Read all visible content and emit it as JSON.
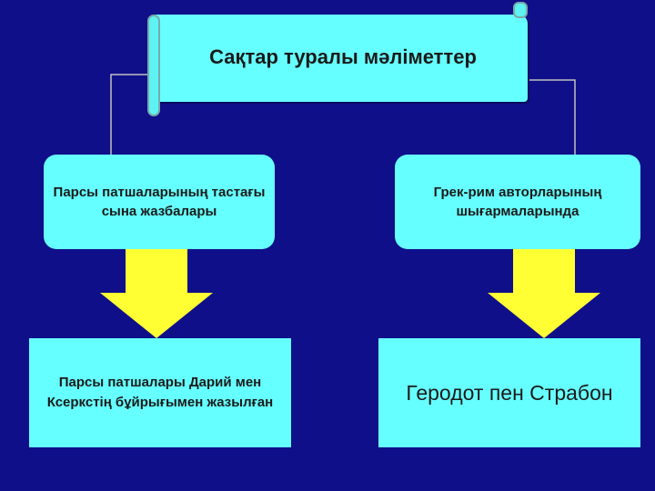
{
  "title": "Сақтар туралы мәліметтер",
  "branches": [
    {
      "source": "Парсы патшаларының тастағы сына жазбалары",
      "result": "Парсы патшалары Дарий мен Ксеркстің бұйрығымен жазылған"
    },
    {
      "source": "Грек-рим авторларының шығармаларында",
      "result": "Геродот пен Страбон"
    }
  ],
  "colors": {
    "background": "#0f0f8a",
    "box": "#66ffff",
    "arrow": "#ffff33",
    "connector": "#c0c0c0"
  }
}
